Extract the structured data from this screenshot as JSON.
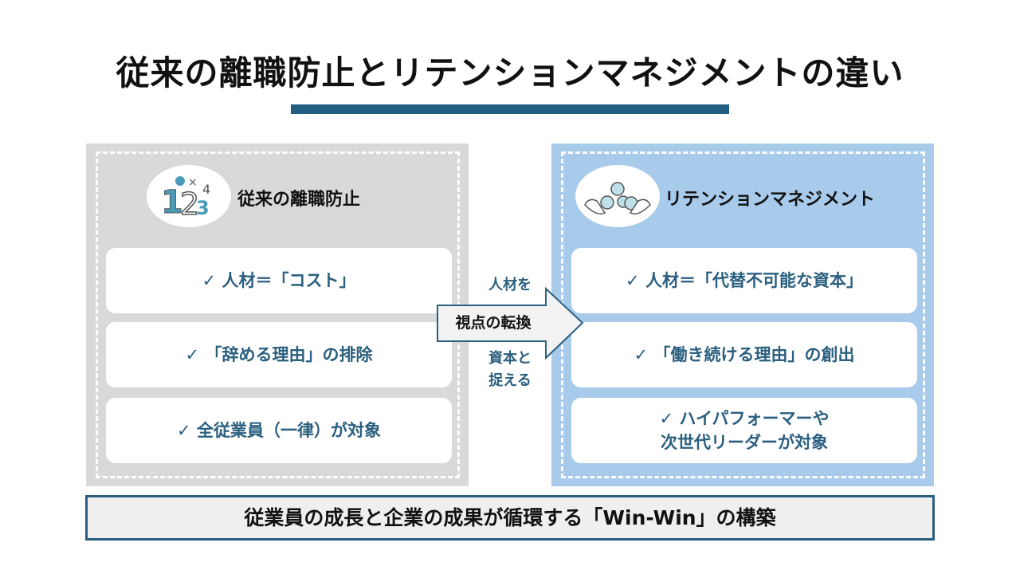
{
  "title": "従来の離職防止とリテンションマネジメントの違い",
  "left": {
    "heading": "従来の離職防止",
    "icon": "numbers-math-icon",
    "items": [
      "✓ 人材＝「コスト」",
      "✓ 「辞める理由」の排除",
      "✓ 全従業員（一律）が対象"
    ]
  },
  "right": {
    "heading": "リテンションマネジメント",
    "icon": "hands-coins-icon",
    "items": [
      "✓ 人材＝「代替不可能な資本」",
      "✓ 「働き続ける理由」の創出",
      "✓ ハイパフォーマーや\n次世代リーダーが対象"
    ]
  },
  "arrow": {
    "label": "視点の転換",
    "above": "人材を",
    "below": "資本と\n捉える"
  },
  "footer": "従業員の成長と企業の成果が循環する「Win-Win」の構築",
  "colors": {
    "accent": "#215f82",
    "left_panel": "#d9d9d9",
    "right_panel": "#a8caeb"
  }
}
